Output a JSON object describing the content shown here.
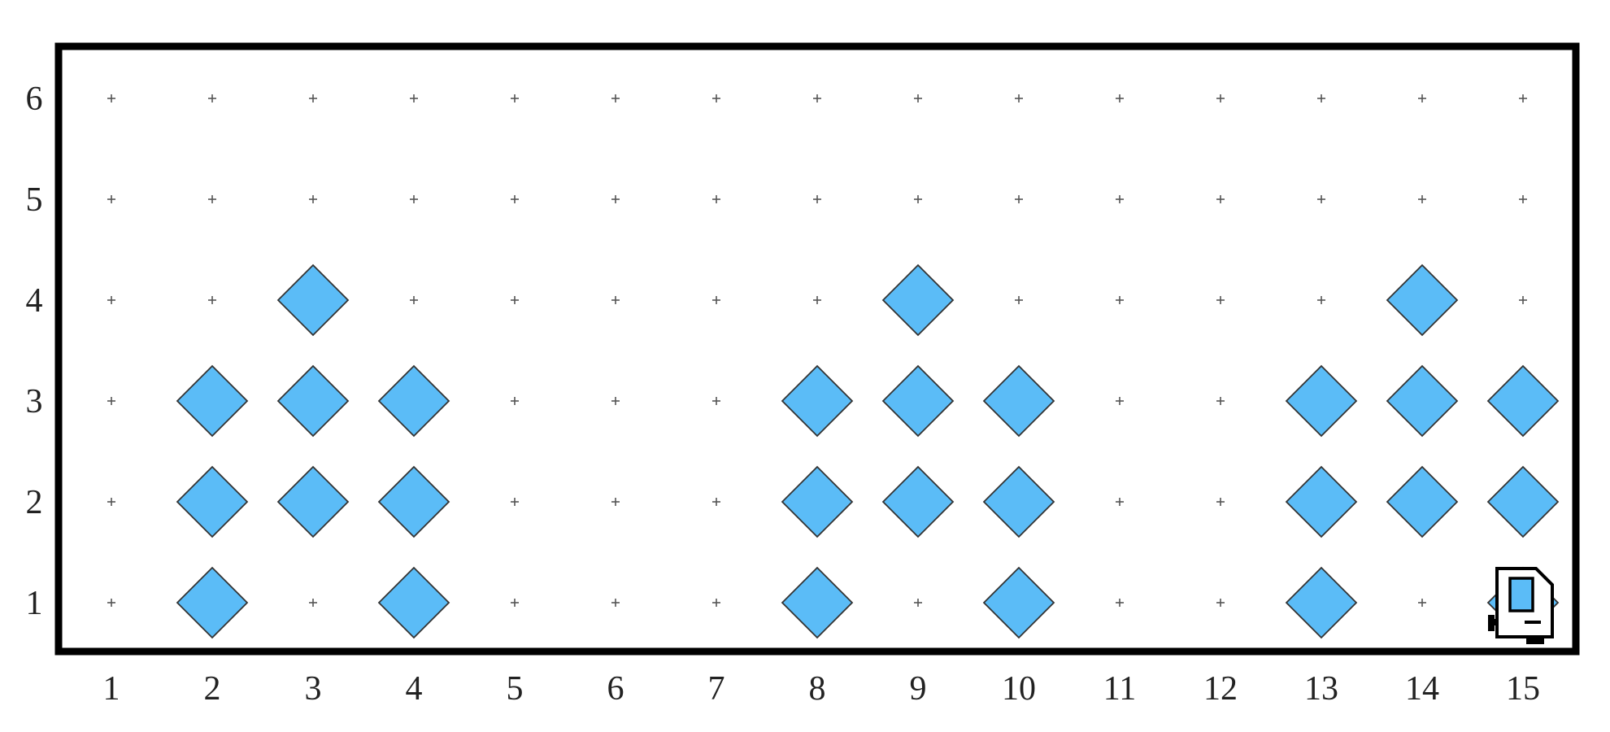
{
  "world": {
    "columns": 15,
    "rows": 6,
    "x_labels": [
      "1",
      "2",
      "3",
      "4",
      "5",
      "6",
      "7",
      "8",
      "9",
      "10",
      "11",
      "12",
      "13",
      "14",
      "15"
    ],
    "y_labels": [
      "1",
      "2",
      "3",
      "4",
      "5",
      "6"
    ],
    "colors": {
      "wall": "#000000",
      "beeper": "#5bbcf7",
      "beeper_stroke": "#333333",
      "corner": "#555555",
      "label": "#222222",
      "karel_screen": "#5bbcf7"
    },
    "beepers": [
      {
        "x": 2,
        "y": 1
      },
      {
        "x": 2,
        "y": 2
      },
      {
        "x": 2,
        "y": 3
      },
      {
        "x": 3,
        "y": 2
      },
      {
        "x": 3,
        "y": 3
      },
      {
        "x": 3,
        "y": 4
      },
      {
        "x": 4,
        "y": 1
      },
      {
        "x": 4,
        "y": 2
      },
      {
        "x": 4,
        "y": 3
      },
      {
        "x": 8,
        "y": 1
      },
      {
        "x": 8,
        "y": 2
      },
      {
        "x": 8,
        "y": 3
      },
      {
        "x": 9,
        "y": 2
      },
      {
        "x": 9,
        "y": 3
      },
      {
        "x": 9,
        "y": 4
      },
      {
        "x": 10,
        "y": 1
      },
      {
        "x": 10,
        "y": 2
      },
      {
        "x": 10,
        "y": 3
      },
      {
        "x": 13,
        "y": 1
      },
      {
        "x": 13,
        "y": 2
      },
      {
        "x": 13,
        "y": 3
      },
      {
        "x": 14,
        "y": 2
      },
      {
        "x": 14,
        "y": 3
      },
      {
        "x": 14,
        "y": 4
      },
      {
        "x": 15,
        "y": 1
      },
      {
        "x": 15,
        "y": 2
      },
      {
        "x": 15,
        "y": 3
      }
    ],
    "karel": {
      "x": 15,
      "y": 1,
      "facing": "east",
      "icon": "karel-robot-icon"
    }
  }
}
